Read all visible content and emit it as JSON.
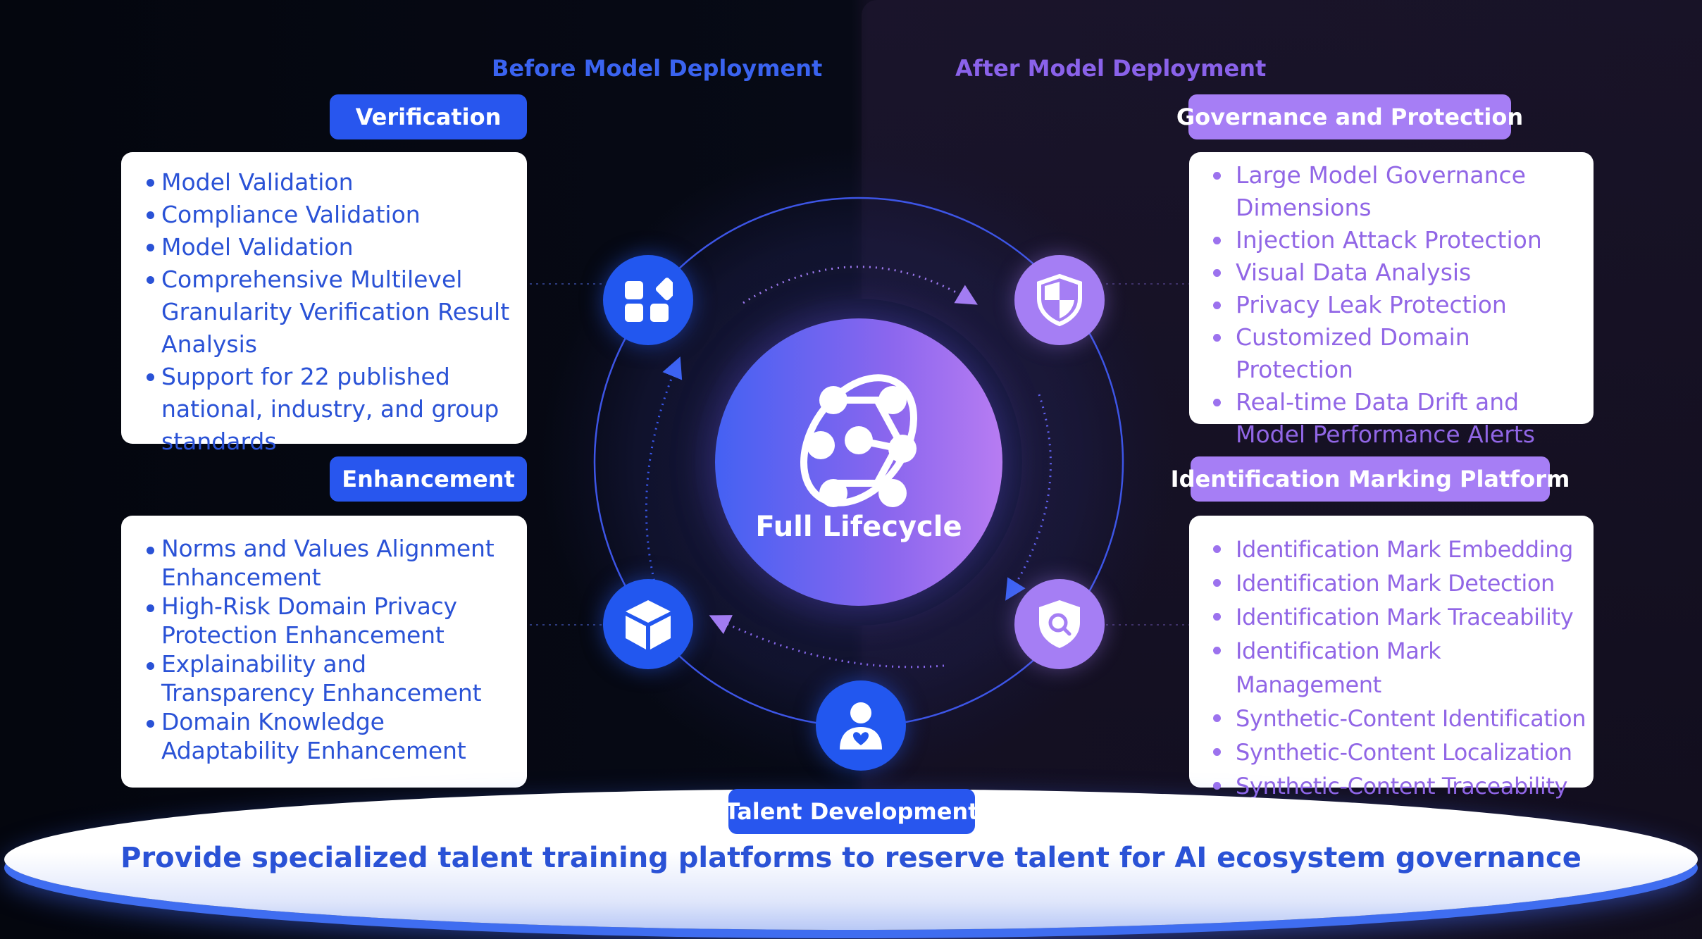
{
  "phases": {
    "before": "Before Model Deployment",
    "after": "After Model Deployment"
  },
  "center": {
    "title": "Full Lifecycle",
    "icon": "network-globe-icon"
  },
  "verification": {
    "title": "Verification",
    "icon": "app-grid-icon",
    "items": [
      "Model Validation",
      "Compliance Validation",
      "Model Validation",
      "Comprehensive Multilevel Granularity Verification Result Analysis",
      "Support for 22 published national, industry, and group standards"
    ]
  },
  "enhancement": {
    "title": "Enhancement",
    "icon": "cube-icon",
    "items": [
      "Norms and Values Alignment Enhancement",
      "High-Risk Domain Privacy Protection Enhancement",
      "Explainability and Transparency Enhancement",
      "Domain Knowledge Adaptability Enhancement"
    ]
  },
  "governance": {
    "title": "Governance and Protection",
    "icon": "shield-icon",
    "items": [
      "Large Model Governance Dimensions",
      "Injection Attack Protection",
      "Visual Data Analysis",
      "Privacy Leak Protection",
      "Customized Domain Protection",
      "Real-time Data Drift and Model Performance Alerts"
    ]
  },
  "identification": {
    "title": "Identification Marking Platform",
    "icon": "shield-search-icon",
    "items": [
      "Identification Mark Embedding",
      "Identification Mark Detection",
      "Identification Mark Traceability",
      "Identification Mark Management",
      "Synthetic-Content Identification",
      "Synthetic-Content Localization",
      "Synthetic-Content Traceability"
    ]
  },
  "talent": {
    "title": "Talent Development",
    "icon": "person-heart-icon",
    "description": "Provide specialized talent training platforms to reserve talent for AI ecosystem governance"
  },
  "colors": {
    "blue": "#2856ee",
    "purple": "#a67ef5",
    "background": "#05070f"
  }
}
